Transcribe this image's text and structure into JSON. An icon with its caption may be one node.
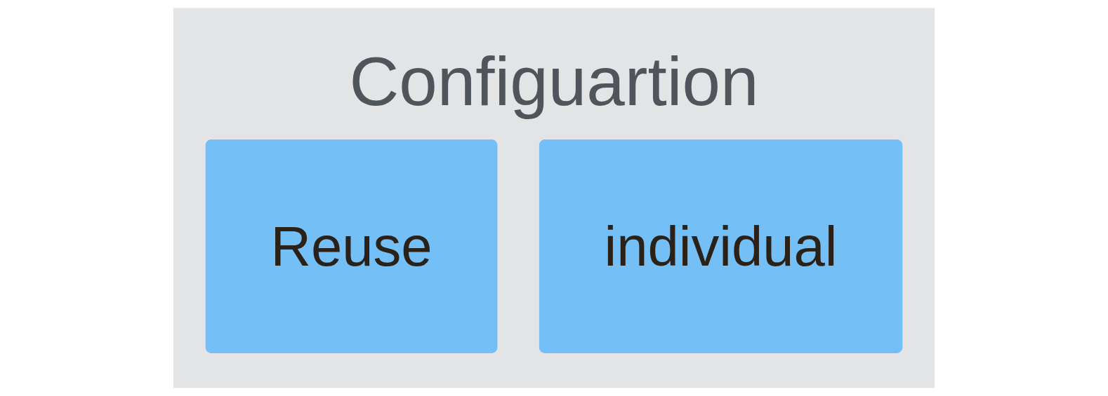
{
  "diagram": {
    "nodes": [
      {
        "text": [
          "Configuartion"
        ]
      },
      {
        "text": [
          "Reuse"
        ],
        "in": 0
      },
      {
        "text": [
          "individual"
        ],
        "in": 0
      }
    ]
  }
}
